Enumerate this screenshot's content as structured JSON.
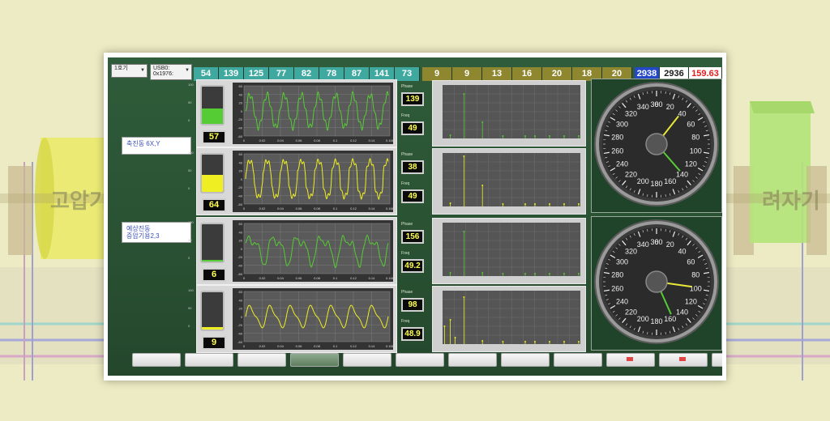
{
  "background": {
    "left_word": "고압기",
    "right_word": "려자기"
  },
  "toolbar": {
    "mode_select": "1호기",
    "device_select_line1": "USB0:",
    "device_select_line2": "0x1976:"
  },
  "channel_chips": {
    "teal": [
      "54",
      "139",
      "125",
      "77",
      "82",
      "78",
      "87",
      "141",
      "73"
    ],
    "olive": [
      "9",
      "9",
      "13",
      "16",
      "20",
      "18",
      "20"
    ],
    "blue": "2938",
    "white": "2936",
    "red": "159.63"
  },
  "side_labels": {
    "group1": "축진동 6X,Y",
    "group2_line1": "예상진동",
    "group2_line2": "증압기용2,3"
  },
  "wave_x_ticks": [
    "0",
    "0.02",
    "0.04",
    "0.06",
    "0.08",
    "0.1",
    "0.12",
    "0.14",
    "0.166"
  ],
  "wave_y_ticks": [
    "60",
    "40",
    "20",
    "0",
    "-20",
    "-40",
    "-60"
  ],
  "gauge_scale": [
    "100",
    "50",
    "0"
  ],
  "phase_label": "Phase",
  "freq_label": "Freq",
  "channels": [
    {
      "level": 57,
      "level_fraction": 0.42,
      "color": "#55cc33",
      "phase": "139",
      "freq": "49"
    },
    {
      "level": 64,
      "level_fraction": 0.45,
      "color": "#eeee22",
      "phase": "38",
      "freq": "49"
    },
    {
      "level": 6,
      "level_fraction": 0.04,
      "color": "#55cc33",
      "phase": "156",
      "freq": "49.2"
    },
    {
      "level": 9,
      "level_fraction": 0.06,
      "color": "#eeee22",
      "phase": "98",
      "freq": "48.9"
    }
  ],
  "dial_scale": [
    "0",
    "20",
    "40",
    "60",
    "80",
    "100",
    "120",
    "140",
    "160",
    "180",
    "200",
    "220",
    "240",
    "260",
    "280",
    "300",
    "320",
    "340",
    "360"
  ],
  "dials": [
    {
      "yellow_value": 38,
      "green_value": 139
    },
    {
      "yellow_value": 98,
      "green_value": 156
    }
  ],
  "bottom_buttons": [
    "",
    "",
    "",
    "",
    "",
    "",
    "",
    "",
    "",
    "",
    "",
    ""
  ],
  "colors": {
    "panel_green": "#2f5c3a",
    "teal_chip": "#3fa9a0",
    "olive_chip": "#8e8730",
    "blue_chip": "#2548c7",
    "alarm_red": "#e21f1f"
  }
}
